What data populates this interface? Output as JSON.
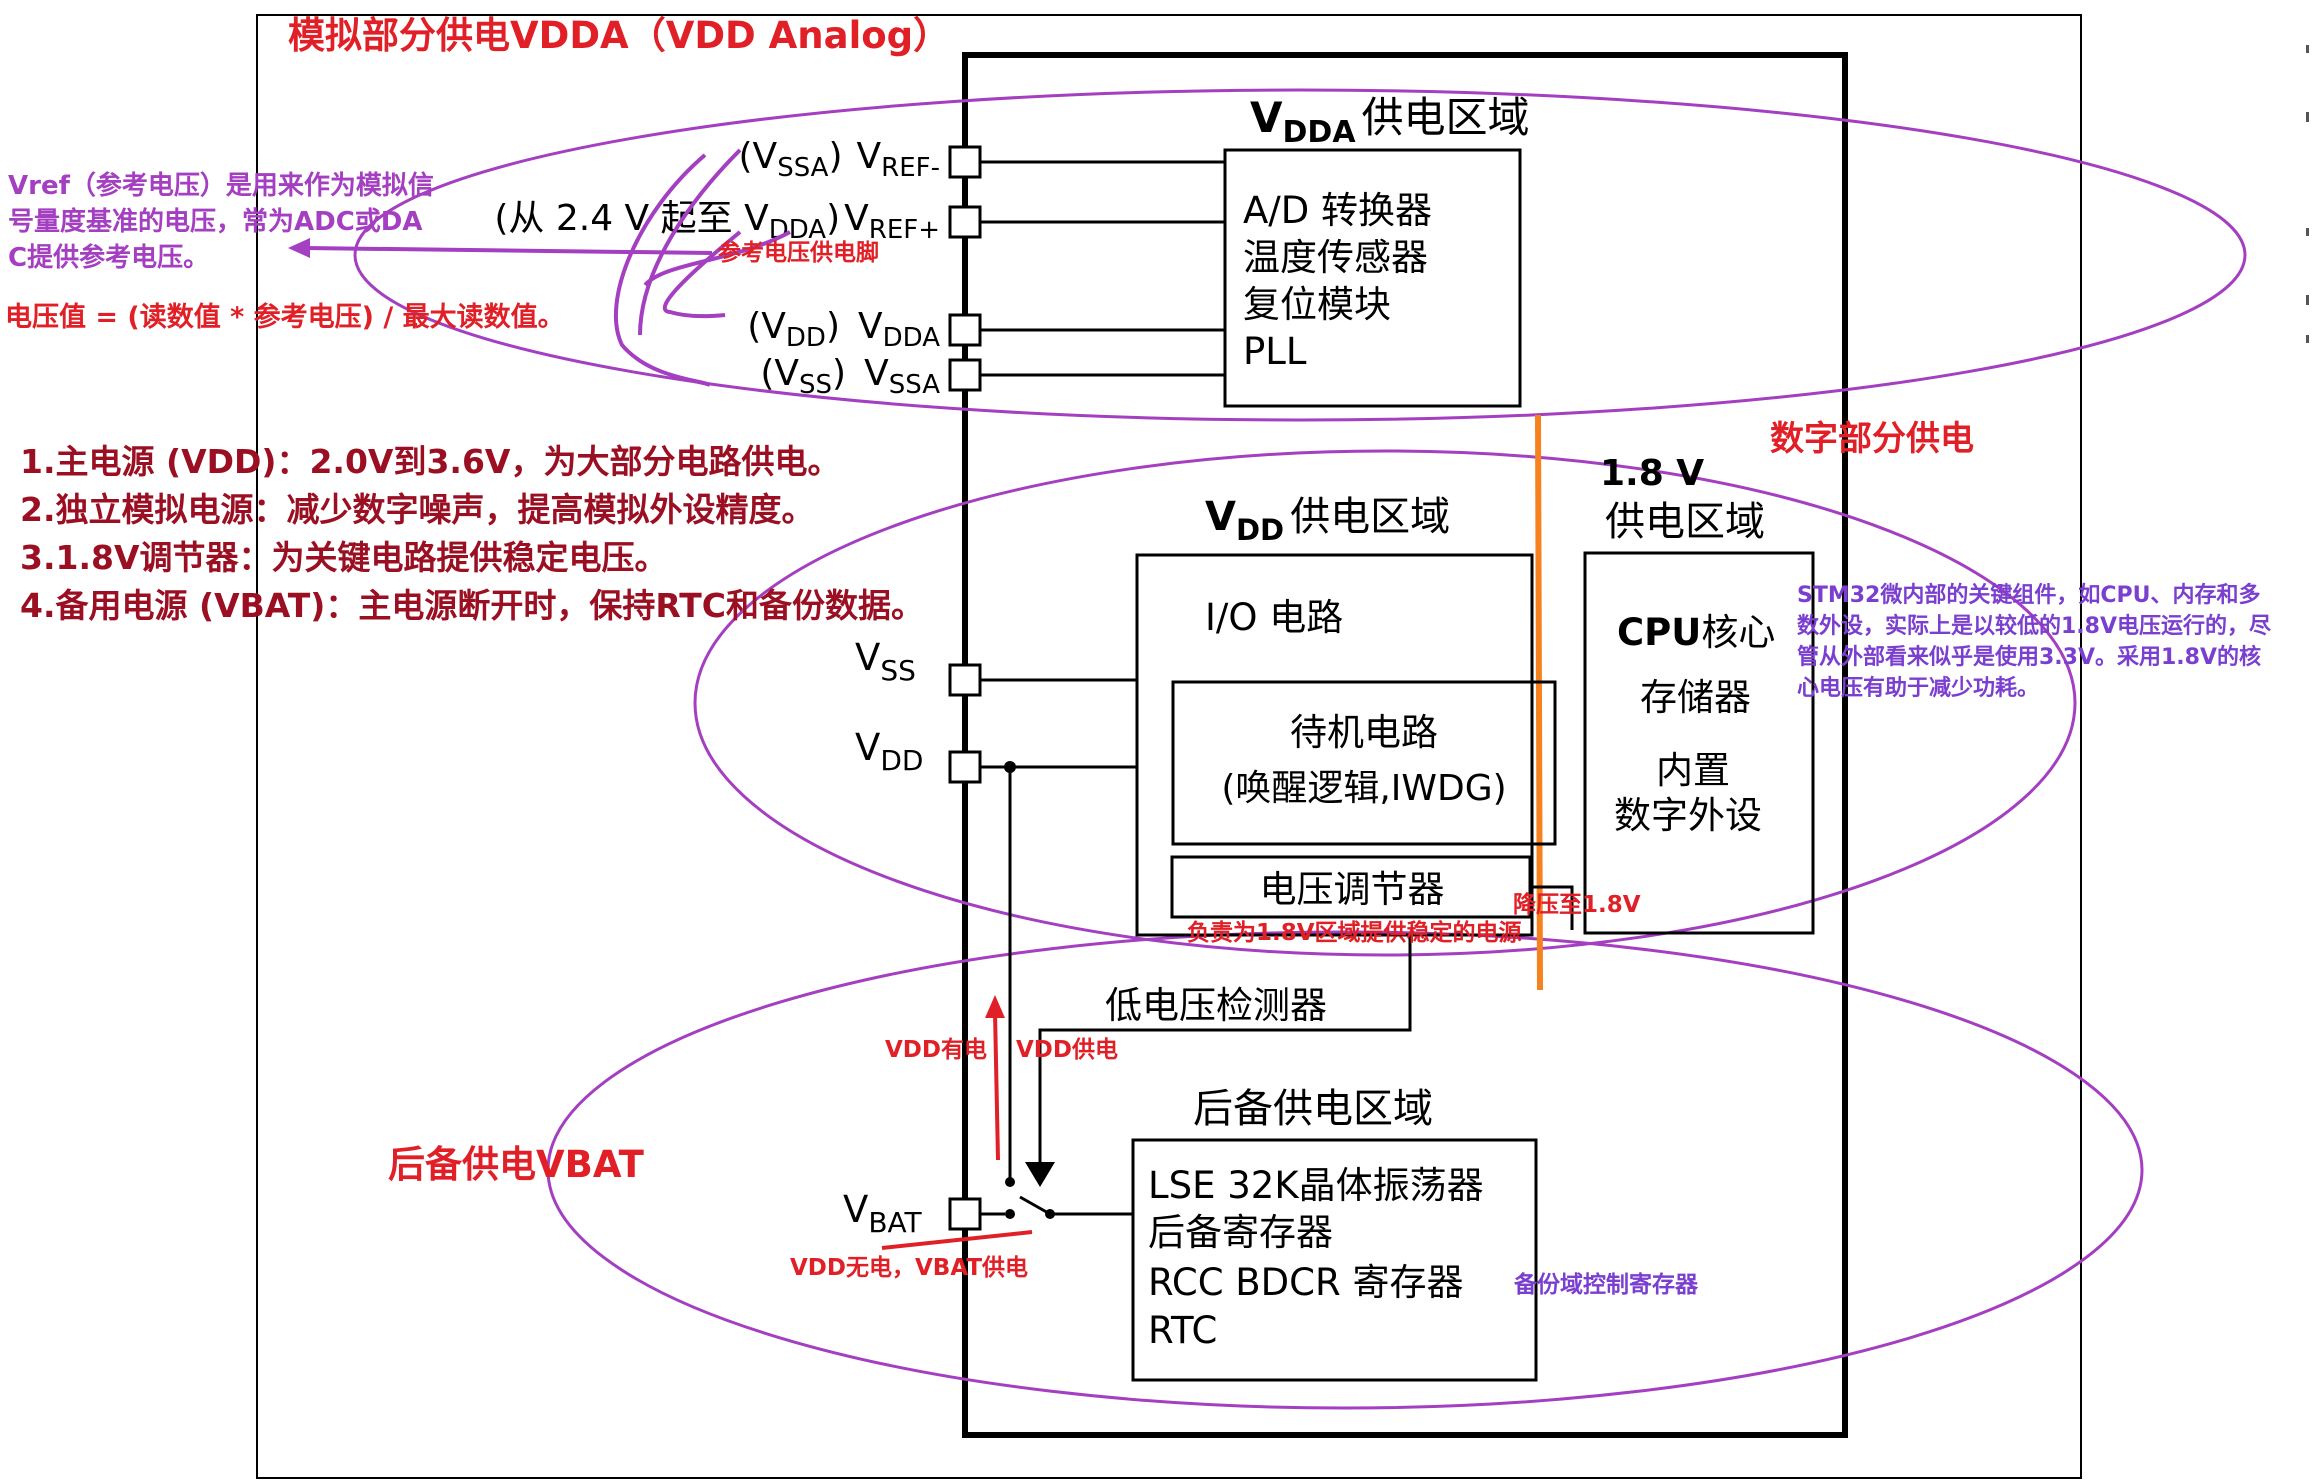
{
  "colors": {
    "red": "#e01f26",
    "dark_red": "#9b0f22",
    "purple": "#a33fc0",
    "blue_purple": "#7b3fd0",
    "orange": "#f5821f",
    "ink": "#000000"
  },
  "title_analog": "模拟部分供电VDDA（VDD Analog）",
  "title_digital": "数字部分供电",
  "title_backup": "后备供电VBAT",
  "vref_note": [
    "Vref（参考电压）是用来作为模拟信",
    "号量度基准的电压，常为ADC或DA",
    "C提供参考电压。"
  ],
  "formula": "电压值 = (读数值 * 参考电压) / 最大读数值。",
  "notes": [
    "1.主电源 (VDD)：2.0V到3.6V，为大部分电路供电。",
    "2.独立模拟电源：减少数字噪声，提高模拟外设精度。",
    "3.1.8V调节器：为关键电路提供稳定电压。",
    "4.备用电源 (VBAT)：主电源断开时，保持RTC和备份数据。"
  ],
  "pins": {
    "vssa": {
      "paren_open": "(V",
      "paren_sub": "SSA",
      "paren_close": ")",
      "main": "V",
      "main_sub": "REF-"
    },
    "vrefp": {
      "paren_open": "(从 2.4 V 起至 V",
      "paren_sub": "DDA",
      "paren_close": ")",
      "main": "V",
      "main_sub": "REF+"
    },
    "vdda": {
      "paren_open": "(V",
      "paren_sub": "DD",
      "paren_close": ")",
      "main": "V",
      "main_sub": "DDA"
    },
    "vss_a": {
      "paren_open": "(V",
      "paren_sub": "SS",
      "paren_close": ")",
      "main": "V",
      "main_sub": "SSA"
    },
    "vss": {
      "main": "V",
      "main_sub": "SS"
    },
    "vdd": {
      "main": "V",
      "main_sub": "DD"
    },
    "vbat": {
      "main": "V",
      "main_sub": "BAT"
    }
  },
  "vdda_domain": {
    "title_main": "V",
    "title_sub": "DDA",
    "title_rest": "供电区域",
    "items": [
      "A/D 转换器",
      "温度传感器",
      "复位模块",
      "PLL"
    ]
  },
  "vdd_domain": {
    "title_main": "V",
    "title_sub": "DD",
    "title_rest": "供电区域",
    "io": "I/O 电路",
    "standby_1": "待机电路",
    "standby_2": "(唤醒逻辑,IWDG)",
    "regulator": "电压调节器"
  },
  "v18_domain": {
    "title_1": "1.8 V",
    "title_2": "供电区域",
    "cpu_bold": "CPU",
    "cpu_rest": "核心",
    "memory": "存储器",
    "periph_1": "内置",
    "periph_2": "数字外设"
  },
  "lvd": "低电压检测器",
  "backup_domain": {
    "title": "后备供电区域",
    "items": [
      "LSE 32K晶体振荡器",
      "后备寄存器",
      "RCC BDCR 寄存器",
      "RTC"
    ]
  },
  "labels": {
    "ref_pin": "参考电压供电脚",
    "step_down": "降压至1.8V",
    "regulator_note": "负责为1.8V区域提供稳定的电源",
    "vdd_on": "VDD有电",
    "vdd_supply": "VDD供电",
    "vbat_supply": "VDD无电，VBAT供电",
    "bdcr_note": "备份域控制寄存器"
  },
  "stm32_note": [
    "STM32微内部的关键组件，如CPU、内存和多",
    "数外设，实际上是以较低的1.8V电压运行的，尽",
    "管从外部看来似乎是使用3.3V。采用1.8V的核",
    "心电压有助于减少功耗。"
  ]
}
